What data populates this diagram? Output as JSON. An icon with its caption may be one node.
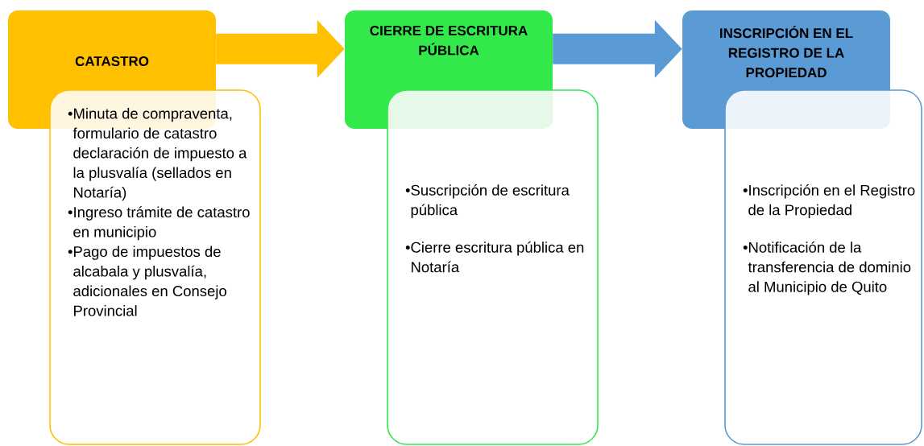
{
  "diagram": {
    "nodes": [
      {
        "text": [
          "CATASTRO"
        ]
      },
      {
        "text": [
          "•Minuta de compraventa, formulario de catastro declaración de impuesto a la plusvalía (sellados en Notaría)",
          "•Ingreso trámite de catastro en municipio",
          "•Pago de impuestos de alcabala y plusvalía, adicionales en Consejo Provincial"
        ]
      },
      {
        "text": [
          "CIERRE DE ESCRITURA PÚBLICA"
        ]
      },
      {
        "text": [
          "•Suscripción de escritura pública",
          "•Cierre escritura pública en Notaría"
        ]
      },
      {
        "text": [
          "INSCRIPCIÓN EN EL REGISTRO DE LA PROPIEDAD"
        ]
      },
      {
        "text": [
          "•Inscripción en el Registro de la Propiedad",
          "•Notificación de la transferencia de dominio al Municipio de Quito"
        ]
      }
    ],
    "edges": [
      {
        "from": 0,
        "to": 2,
        "arrow": "to",
        "color": "#ffc000"
      },
      {
        "from": 2,
        "to": 4,
        "arrow": "to",
        "color": "#5b9bd5"
      }
    ]
  }
}
